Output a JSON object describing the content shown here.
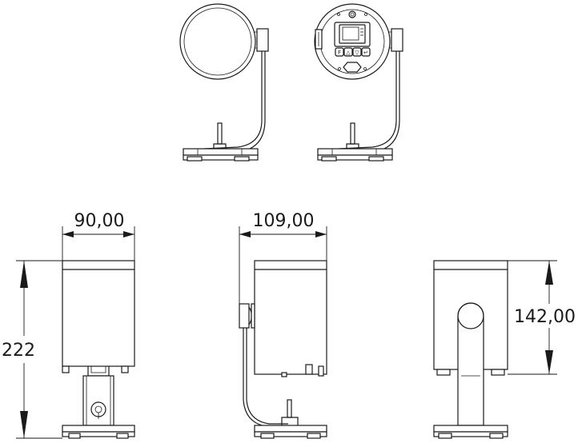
{
  "dimensions": {
    "width_front": "90,00",
    "width_side": "109,00",
    "height_total": "222",
    "height_back": "142,00"
  },
  "display_buttons": {
    "b1": "F",
    "b2": "△",
    "b3": "▽",
    "b4": "↵"
  }
}
